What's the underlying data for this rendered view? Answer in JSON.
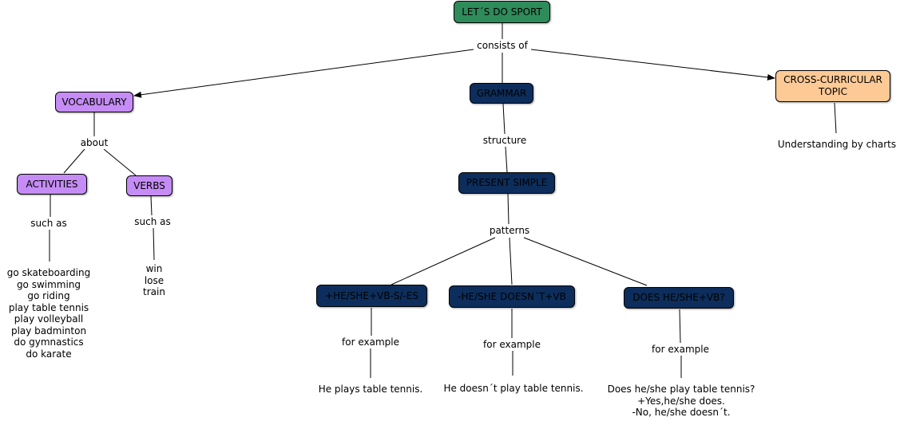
{
  "root": "LET´S DO SPORT",
  "link_consists": "consists of",
  "vocabulary": {
    "title": "VOCABULARY",
    "link_about": "about",
    "activities": {
      "title": "ACTIVITIES",
      "link": "such as",
      "items": [
        "go skateboarding",
        "go swimming",
        "go riding",
        "play table tennis",
        "play volleyball",
        "play badminton",
        "do gymnastics",
        "do karate"
      ]
    },
    "verbs": {
      "title": "VERBS",
      "link": "such as",
      "items": [
        "win",
        "lose",
        "train"
      ]
    }
  },
  "grammar": {
    "title": "GRAMMAR",
    "link_structure": "structure",
    "present_simple": "PRESENT SIMPLE",
    "link_patterns": "patterns",
    "patterns": [
      {
        "title": "+HE/SHE+VB-S/-ES",
        "link": "for example",
        "example": [
          "He plays table tennis."
        ]
      },
      {
        "title": "-HE/SHE DOESN´T+VB",
        "link": "for example",
        "example": [
          "He doesn´t play table tennis."
        ]
      },
      {
        "title": "DOES HE/SHE+VB?",
        "link": "for example",
        "example": [
          "Does he/she play table tennis?",
          "+Yes,he/she does.",
          "-No, he/she doesn´t."
        ]
      }
    ]
  },
  "cross": {
    "title": "CROSS-CURRICULAR TOPIC",
    "title_lines": [
      "CROSS-CURRICULAR",
      "TOPIC"
    ],
    "detail": "Understanding by charts"
  },
  "colors": {
    "root": "#2e8b5a",
    "vocabulary": "#c58cf5",
    "grammar": "#0d2e5c",
    "cross": "#fdc995"
  }
}
